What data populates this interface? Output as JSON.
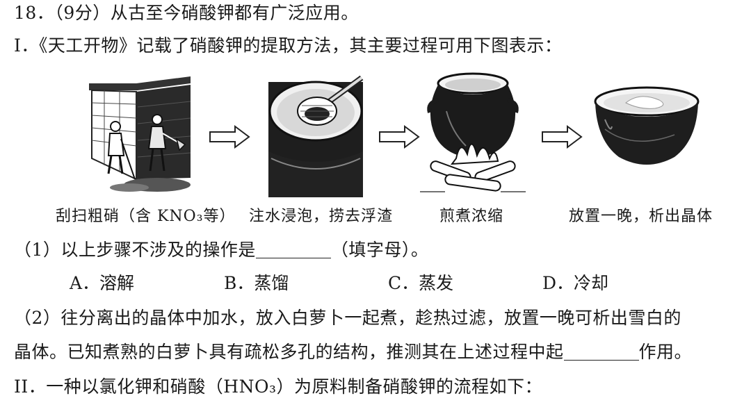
{
  "problem": {
    "number": "18．",
    "points": "（9分）",
    "intro": "从古至今硝酸钾都有广泛应用。"
  },
  "part1": {
    "label": "I．",
    "text": "《天工开物》记载了硝酸钾的提取方法，其主要过程可用下图表示：",
    "steps": [
      {
        "caption": "刮扫粗硝（含 KNO₃等）"
      },
      {
        "caption": "注水浸泡，捞去浮渣"
      },
      {
        "caption": "煎煮浓缩"
      },
      {
        "caption": "放置一晚，析出晶体"
      }
    ]
  },
  "q1": {
    "prefix": "（1）以上步骤不涉及的操作是",
    "suffix": "（填字母）。",
    "options": [
      {
        "label": "A．溶解"
      },
      {
        "label": "B．蒸馏"
      },
      {
        "label": "C．蒸发"
      },
      {
        "label": "D．冷却"
      }
    ]
  },
  "q2": {
    "line1": "（2）往分离出的晶体中加水，放入白萝卜一起煮，趁热过滤，放置一晚可析出雪白的",
    "line2_prefix": "晶体。已知煮熟的白萝卜具有疏松多孔的结构，推测其在上述过程中起",
    "line2_suffix": "作用。"
  },
  "part2": {
    "label": "II．",
    "text": "一种以氯化钾和硝酸（HNO₃）为原料制备硝酸钾的流程如下："
  }
}
